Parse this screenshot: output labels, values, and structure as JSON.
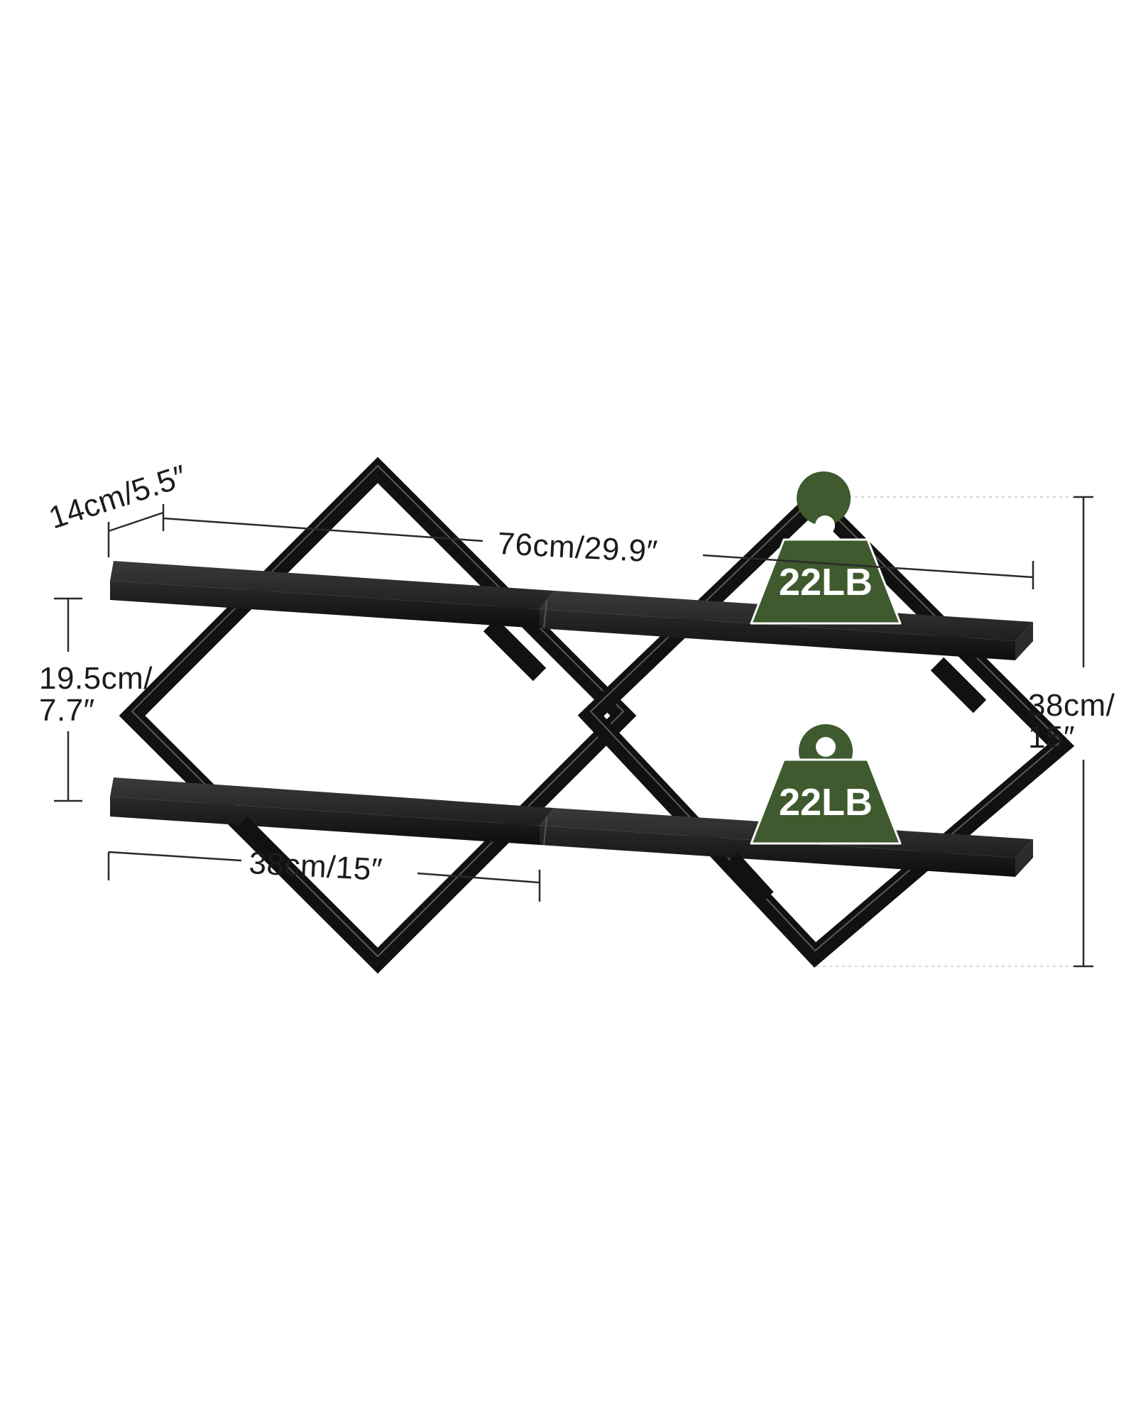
{
  "dimensions": {
    "depth": "14cm/5.5″",
    "total_width": "76cm/29.9″",
    "shelf_gap_line1": "19.5cm/",
    "shelf_gap_line2": "7.7″",
    "total_height_line1": "38cm/",
    "total_height_line2": "15″",
    "single_width": "38cm/15″"
  },
  "load_capacity": {
    "top_shelf": "22LB",
    "bottom_shelf": "22LB"
  },
  "colors": {
    "weight_badge": "#3e5a2e",
    "board": "#1e1e1e",
    "frame": "#111111",
    "dimension_line": "#2a2a2a"
  },
  "icons": [
    "weight-icon",
    "weight-icon"
  ]
}
